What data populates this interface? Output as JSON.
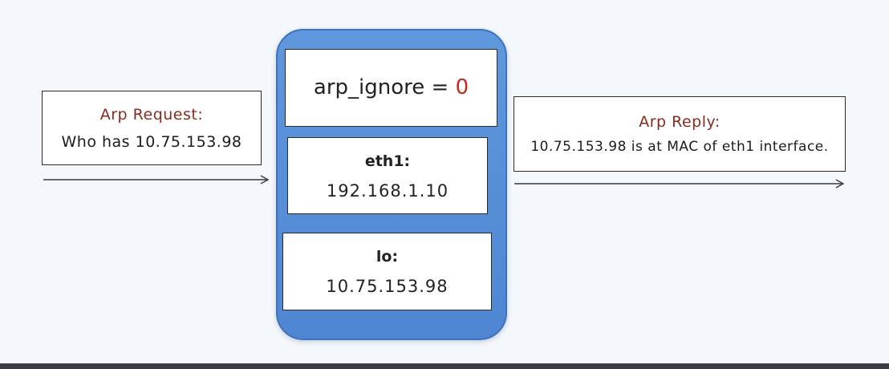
{
  "diagram": {
    "request": {
      "line1": "Arp Request:",
      "line2": "Who has 10.75.153.98"
    },
    "host": {
      "setting_label": "arp_ignore = ",
      "setting_value": "0",
      "eth": {
        "name": "eth1:",
        "address": "192.168.1.10"
      },
      "lo": {
        "name": "lo:",
        "address": "10.75.153.98"
      }
    },
    "reply": {
      "line1": "Arp Reply:",
      "line2": "10.75.153.98 is at MAC of eth1 interface."
    }
  },
  "colors": {
    "host_fill": "#5a93db",
    "host_border": "#3d72bf",
    "value_accent": "#c8271d",
    "label_accent": "#8a2b1f",
    "background": "#f4f7fb"
  }
}
